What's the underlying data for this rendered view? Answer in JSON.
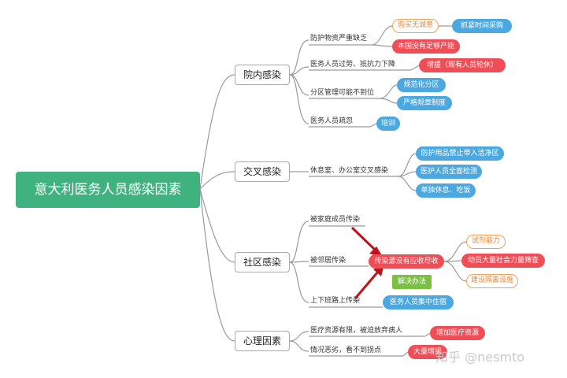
{
  "root": "意大利医务人员感染因素",
  "categories": {
    "hospital": "院内感染",
    "cross": "交叉感染",
    "community": "社区感染",
    "psych": "心理因素"
  },
  "branches": {
    "ppe_shortage": "防护物资严重缺乏",
    "overwork": "医务人员过劳、抵抗力下降",
    "zoning": "分区管理可能不到位",
    "negligence": "医务人员疏忽",
    "rest_area": "休息室、办公室交叉感染",
    "family": "被家庭成员传染",
    "neighbor": "被邻居传染",
    "commute": "上下班路上传染",
    "limited": "医疗资源有限，被迫放弃病人",
    "bad": "情况恶劣，看不到拐点"
  },
  "tags": {
    "buy_none": "购买无诚意",
    "procure": "抓紧时间采购",
    "no_capacity": "本国没有足够产能",
    "reinforce": "增援（现有人员轮休）",
    "standard_zone": "规范化分区",
    "strict": "严格规章制度",
    "training": "培训",
    "no_ppe": "防护用品禁止带入洁净区",
    "screen_staff": "医护人员全面检测",
    "separate": "单独休息、吃饭",
    "source": "传染源没有应收尽收",
    "solution": "解决办法",
    "housing": "医务人员集中住宿",
    "test_cap": "试剂能力",
    "mobilize": "动员大量社会力量筛查",
    "facility": "建设隔离设施",
    "more_res": "增加医疗资源",
    "more_ai": "大量增援"
  },
  "watermark": "知乎 @nesmto"
}
